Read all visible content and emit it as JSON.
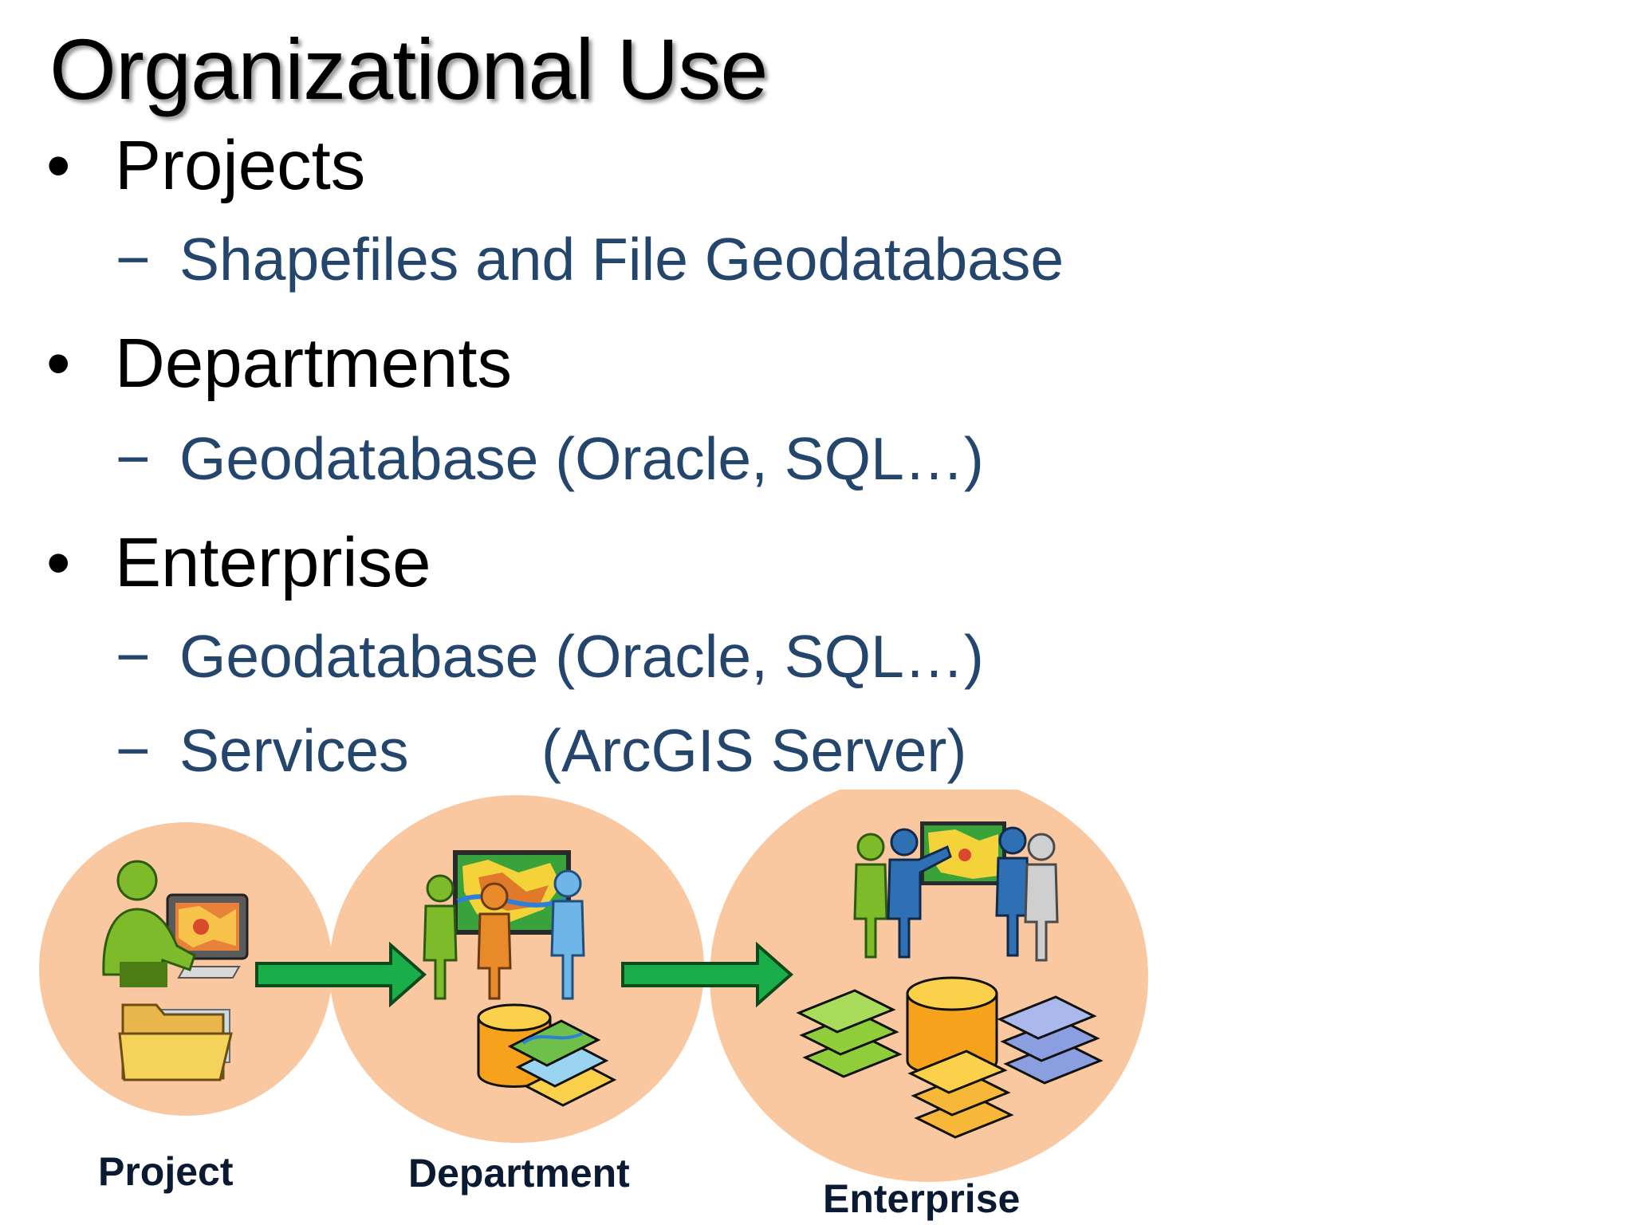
{
  "slide": {
    "title": "Organizational Use"
  },
  "bullets": [
    {
      "label": "Projects",
      "subs": [
        {
          "text": "Shapefiles and File Geodatabase"
        }
      ]
    },
    {
      "label": "Departments",
      "subs": [
        {
          "text": "Geodatabase (Oracle, SQL…)"
        }
      ]
    },
    {
      "label": "Enterprise",
      "subs": [
        {
          "text": "Geodatabase (Oracle, SQL…)"
        },
        {
          "text": "Services",
          "extra": "(ArcGIS Server)"
        }
      ]
    }
  ],
  "bullet_glyph": "•",
  "dash_glyph": "−",
  "diagram": {
    "stages": [
      {
        "label": "Project",
        "icons": [
          "person-at-computer-icon",
          "folder-icon"
        ]
      },
      {
        "label": "Department",
        "icons": [
          "people-with-map-icon",
          "database-icon",
          "map-layers-icon"
        ]
      },
      {
        "label": "Enterprise",
        "icons": [
          "presenters-with-map-icon",
          "database-icon",
          "layer-stack-icon"
        ]
      }
    ],
    "arrows": [
      "arrow-right-icon",
      "arrow-right-icon"
    ]
  },
  "colors": {
    "sub_text": "#24466d",
    "circle_fill": "#f9c8a0",
    "arrow_fill": "#1aae4a",
    "person_green": "#7dbb2a",
    "person_blue": "#2f6fb3",
    "db_orange": "#f7a21c",
    "layer_green": "#8fce3a",
    "layer_blue": "#8a9ee0"
  }
}
